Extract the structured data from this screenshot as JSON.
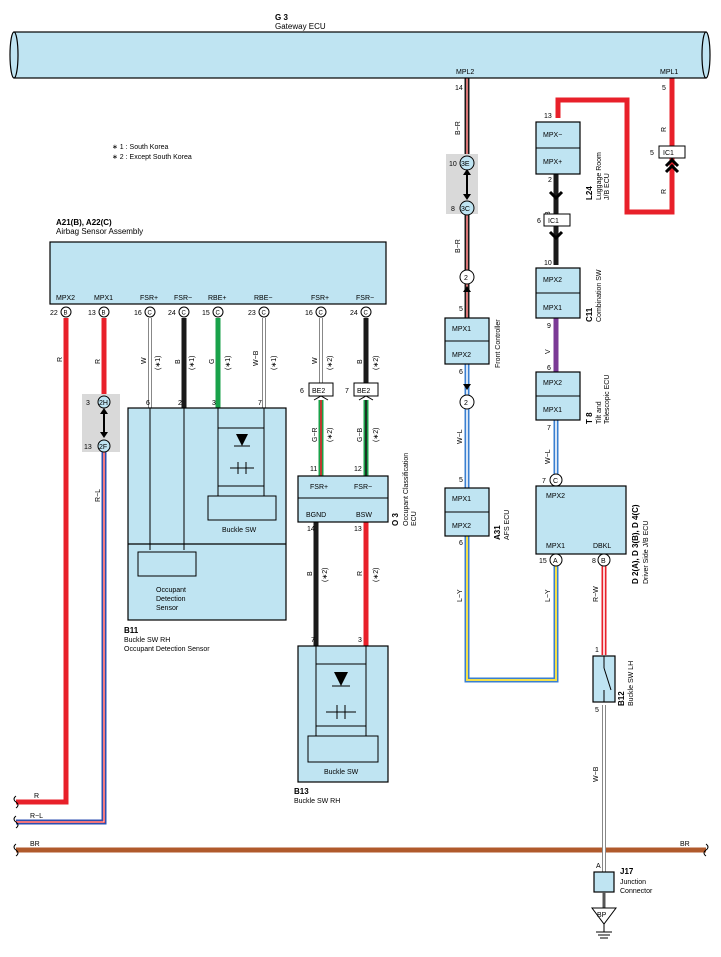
{
  "gateway": {
    "code": "G 3",
    "name": "Gateway ECU",
    "pin_mpl2": "MPL2",
    "pin_mpl1": "MPL1"
  },
  "notes": {
    "n1": "∗ 1 : South Korea",
    "n2": "∗ 2 : Except South Korea"
  },
  "airbag": {
    "code": "A21(B), A22(C)",
    "name": "Airbag Sensor Assembly",
    "pins": [
      {
        "name": "MPX2",
        "num": "22",
        "conn": "B"
      },
      {
        "name": "MPX1",
        "num": "13",
        "conn": "B"
      },
      {
        "name": "FSR+",
        "num": "16",
        "conn": "C"
      },
      {
        "name": "FSR−",
        "num": "24",
        "conn": "C"
      },
      {
        "name": "RBE+",
        "num": "15",
        "conn": "C"
      },
      {
        "name": "RBE−",
        "num": "23",
        "conn": "C"
      },
      {
        "name": "FSR+",
        "num": "16",
        "conn": "C"
      },
      {
        "name": "FSR−",
        "num": "24",
        "conn": "C"
      }
    ]
  },
  "wires": {
    "r": "R",
    "w": "W",
    "b": "B",
    "g": "G",
    "wb": "W−B",
    "rl": "R−L",
    "br": "BR",
    "gr": "G−R",
    "gb": "G−B",
    "br_minus": "B−R",
    "wl": "W−L",
    "ly": "L−Y",
    "v": "V",
    "rw": "R−W"
  },
  "tags": {
    "t1": "(∗1)",
    "t2": "(∗2)"
  },
  "junctions": {
    "j2h": "2H",
    "j2f": "2F",
    "j3e": "3E",
    "j3c": "3C",
    "j2a": "2",
    "j2b": "2",
    "ic1a": "IC1",
    "ic1b": "IC1",
    "be2a": "BE2",
    "be2b": "BE2",
    "bp": "BP"
  },
  "pin_nums": {
    "p3": "3",
    "p13": "13",
    "p6": "6",
    "p2": "2",
    "p7": "7",
    "p11": "11",
    "p12": "12",
    "p14": "14",
    "p10": "10",
    "p8": "8",
    "p5": "5",
    "p6b": "6",
    "p5b": "5",
    "p6c": "6",
    "p13b": "13",
    "p2b": "2",
    "p6d": "6",
    "p10b": "10",
    "p9": "9",
    "p6e": "6",
    "p7b": "7",
    "p7c": "7",
    "p15": "15",
    "p8b": "8",
    "p1": "1",
    "p5c": "5",
    "p5d": "5",
    "p5e": "5",
    "p3b": "3",
    "p7d": "7",
    "pa": "A",
    "p6f": "6",
    "p7e": "7"
  },
  "b11": {
    "code": "B11",
    "name1": "Buckle SW RH",
    "name2": "Occupant Detection Sensor",
    "sensor": [
      "Occupant",
      "Detection",
      "Sensor"
    ],
    "buckle": "Buckle SW"
  },
  "o3": {
    "code": "O 3",
    "name": [
      "Occupant Classification",
      "ECU"
    ],
    "fsr_p": "FSR+",
    "fsr_m": "FSR−",
    "bgnd": "BGND",
    "bsw": "BSW"
  },
  "b13": {
    "code": "B13",
    "name": "Buckle SW RH",
    "buckle": "Buckle SW"
  },
  "front": {
    "name": "Front Controller",
    "mpx1": "MPX1",
    "mpx2": "MPX2"
  },
  "afs": {
    "code": "A31",
    "name": "AFS ECU",
    "mpx1": "MPX1",
    "mpx2": "MPX2"
  },
  "l24": {
    "code": "L24",
    "name": [
      "Luggage Room",
      "J/B ECU"
    ],
    "mpxm": "MPX−",
    "mpxp": "MPX+"
  },
  "c11": {
    "code": "C11",
    "name": "Combination SW",
    "mpx2": "MPX2",
    "mpx1": "MPX1"
  },
  "t8": {
    "code": "T 8",
    "name": [
      "Tilt and",
      "Telescopic ECU"
    ],
    "mpx2": "MPX2",
    "mpx1": "MPX1"
  },
  "dside": {
    "code": "D 2(A), D 3(B), D 4(C)",
    "name": "Driver Side J/B ECU",
    "mpx2": "MPX2",
    "mpx1": "MPX1",
    "dbkl": "DBKL"
  },
  "b12": {
    "code": "B12",
    "name": "Buckle SW LH"
  },
  "j17": {
    "code": "J17",
    "name": [
      "Junction",
      "Connector"
    ]
  },
  "colors": {
    "red": "#e8202a",
    "black": "#1a1a1a",
    "green": "#19a24a",
    "brown": "#b05a2c",
    "purple": "#7b3a96",
    "box": "#bfe4f2"
  }
}
